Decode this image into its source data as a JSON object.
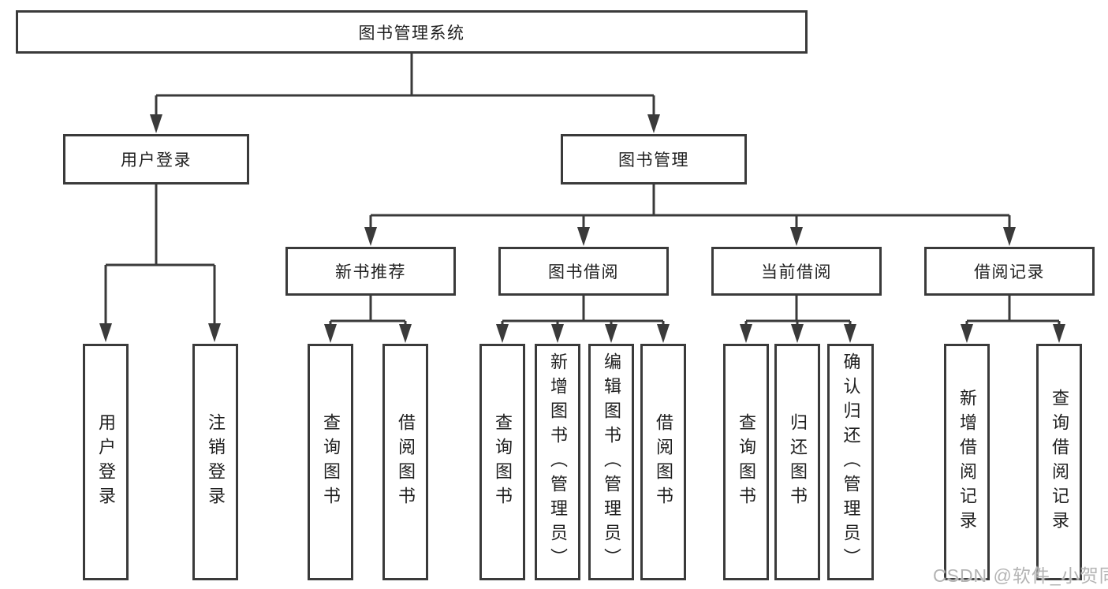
{
  "tree": {
    "root": {
      "label": "图书管理系统"
    },
    "branches": [
      {
        "label": "用户登录",
        "children": [
          {
            "label": "用户登录"
          },
          {
            "label": "注销登录"
          }
        ]
      },
      {
        "label": "图书管理",
        "children": [
          {
            "label": "新书推荐",
            "children": [
              {
                "label": "查询图书"
              },
              {
                "label": "借阅图书"
              }
            ]
          },
          {
            "label": "图书借阅",
            "children": [
              {
                "label": "查询图书"
              },
              {
                "label": "新增图书（管理员）"
              },
              {
                "label": "编辑图书（管理员）"
              },
              {
                "label": "借阅图书"
              }
            ]
          },
          {
            "label": "当前借阅",
            "children": [
              {
                "label": "查询图书"
              },
              {
                "label": "归还图书"
              },
              {
                "label": "确认归还（管理员）"
              }
            ]
          },
          {
            "label": "借阅记录",
            "children": [
              {
                "label": "新增借阅记录"
              },
              {
                "label": "查询借阅记录"
              }
            ]
          }
        ]
      }
    ]
  },
  "watermark": "CSDN @软件_小贺同学",
  "colors": {
    "line": "#3a3a3a",
    "text": "#1f1f1f",
    "watermark": "#b4b4b4",
    "background": "#ffffff"
  }
}
